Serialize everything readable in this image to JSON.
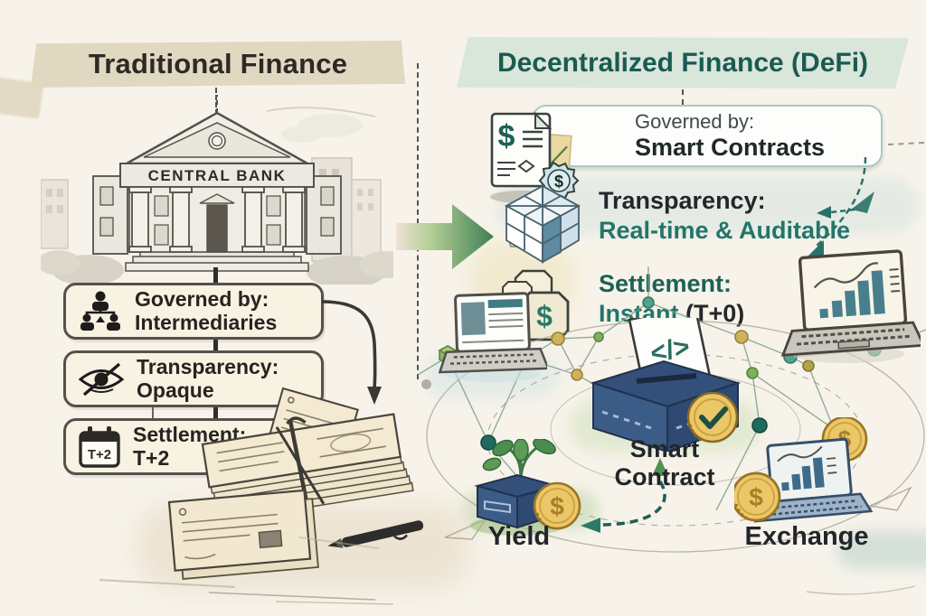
{
  "left": {
    "title": "Traditional Finance",
    "bank_label": "CENTRAL BANK",
    "calendar_badge": "T+2",
    "features": [
      {
        "title": "Governed by:",
        "value": "Intermediaries"
      },
      {
        "title": "Transparency:",
        "value": "Opaque"
      },
      {
        "title": "Settlement:",
        "value": "T+2"
      }
    ]
  },
  "right": {
    "title": "Decentralized Finance (DeFi)",
    "features": [
      {
        "title": "Governed by:",
        "value": "Smart Contracts"
      },
      {
        "title": "Transparency:",
        "value": "Real-time & Auditable"
      },
      {
        "title": "Settlement:",
        "value_accent": "Instant",
        "value_plain": " (T+0)"
      }
    ],
    "labels": {
      "smart_contract": "Smart Contract",
      "yield": "Yield",
      "exchange": "Exchange"
    }
  },
  "icons": {
    "dollar": "$",
    "code": "</>"
  },
  "colors": {
    "background": "#f7f3ea",
    "trad_banner": "#e1d8c2",
    "defi_banner": "#d9e6da",
    "defi_title": "#1b5a53",
    "teal_text": "#23756b",
    "dark_text": "#24211d",
    "accent_green_arrow": "#3e7e52",
    "coin_gold": "#ecc768",
    "contract_blue": "#33507a"
  }
}
